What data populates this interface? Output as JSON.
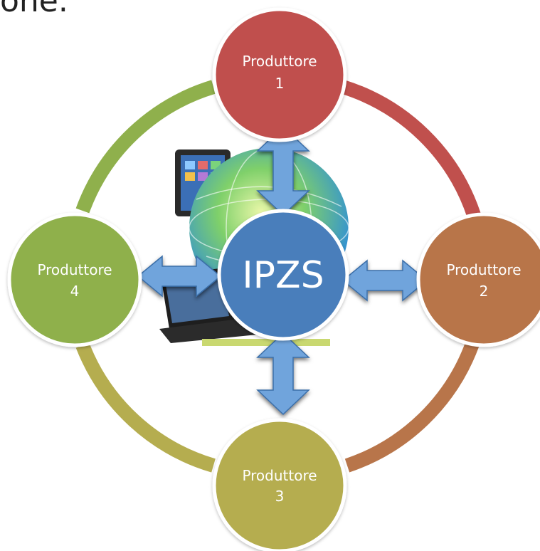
{
  "caption_fragment": "one.",
  "center": {
    "label": "IPZS",
    "color": "#4a7ebb"
  },
  "nodes": [
    {
      "label_line1": "Produttore",
      "label_line2": "1",
      "color": "#c0504d"
    },
    {
      "label_line1": "Produttore",
      "label_line2": "2",
      "color": "#b8754a"
    },
    {
      "label_line1": "Produttore",
      "label_line2": "3",
      "color": "#b5ad4f"
    },
    {
      "label_line1": "Produttore",
      "label_line2": "4",
      "color": "#8fb04c"
    }
  ],
  "ring_colors": {
    "top_right": "#c0504d",
    "bottom_right": "#b8754a",
    "bottom_left": "#b5ad4f",
    "top_left": "#8fb04c"
  },
  "arrow_color": "#6fa4dc",
  "icons": [
    "globe-icon",
    "tablet-icon",
    "laptop-icon"
  ]
}
